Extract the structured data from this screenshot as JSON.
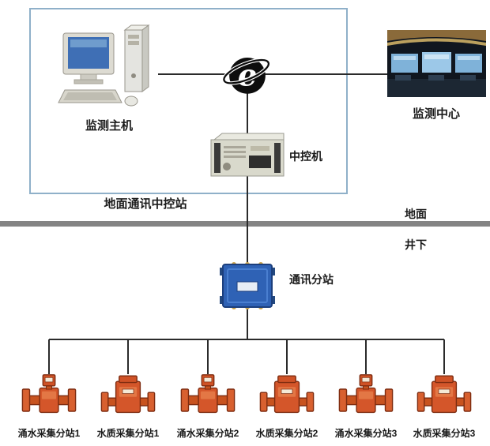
{
  "nodes": {
    "station_box": {
      "label": "地面通讯中控站"
    },
    "host": {
      "label": "监测主机"
    },
    "center": {
      "label": "监测中心"
    },
    "server": {
      "label": "中控机"
    },
    "surface": {
      "label": "地面"
    },
    "underground": {
      "label": "井下"
    },
    "substation": {
      "label": "通讯分站"
    }
  },
  "devices": [
    {
      "label": "涌水采集分站1",
      "icon": "flow-meter-icon"
    },
    {
      "label": "水质采集分站1",
      "icon": "quality-sensor-icon"
    },
    {
      "label": "涌水采集分站2",
      "icon": "flow-meter-icon"
    },
    {
      "label": "水质采集分站2",
      "icon": "quality-sensor-icon"
    },
    {
      "label": "涌水采集分站3",
      "icon": "flow-meter-icon"
    },
    {
      "label": "水质采集分站3",
      "icon": "quality-sensor-icon"
    }
  ],
  "colors": {
    "line": "#2b2b2b",
    "station_border": "#8fb0c9",
    "divider": "#848484",
    "device_body": "#d4562a",
    "junction_blue": "#2f62b5",
    "screen_blue": "#3f6fb5"
  }
}
